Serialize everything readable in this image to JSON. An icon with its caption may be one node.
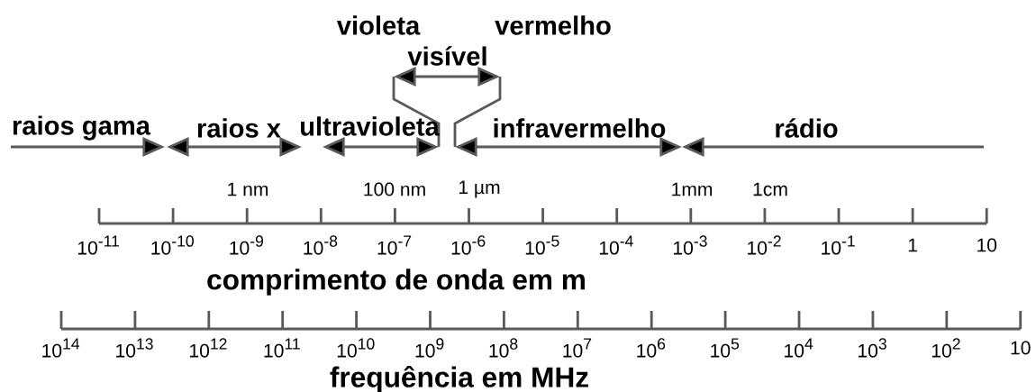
{
  "diagram": {
    "labels": [
      "violeta",
      "vermelho",
      "visível",
      "raios gama",
      "raios x",
      "ultravioleta",
      "infravermelho",
      "rádio",
      "1 nm",
      "100 nm",
      "1 µm",
      "1mm",
      "1cm",
      "10$^{-11}$",
      "10$^{-10}$",
      "10$^{-9}$",
      "10$^{-8}$",
      "10$^{-7}$",
      "10$^{-6}$",
      "10$^{-5}$",
      "10$^{-4}$",
      "10$^{-3}$",
      "10$^{-2}$",
      "10$^{-1}$",
      "1",
      "10",
      "comprimento de onda em m",
      "10$^{14}$",
      "10$^{13}$",
      "10$^{12}$",
      "10$^{11}$",
      "10$^{10}$",
      "10$^{9}$",
      "10$^{8}$",
      "10$^{7}$",
      "10$^{6}$",
      "10$^{5}$",
      "10$^{4}$",
      "10$^{3}$",
      "10$^{2}$",
      "10",
      "frequência em MHz"
    ]
  }
}
